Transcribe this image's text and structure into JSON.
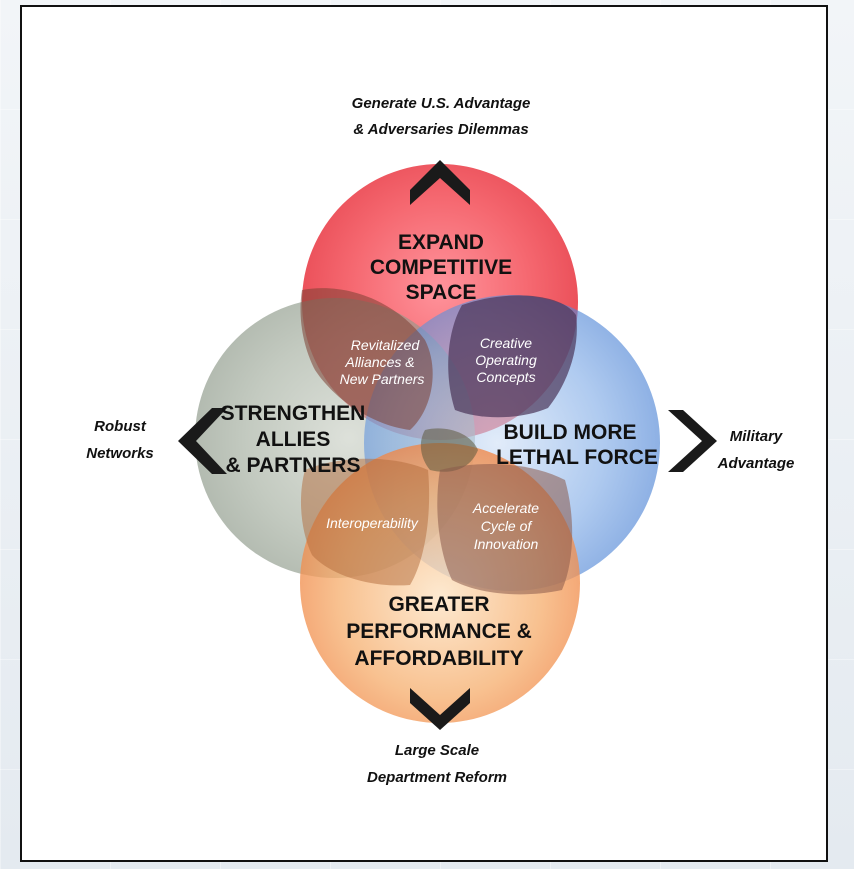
{
  "circles": {
    "top": {
      "lines": [
        "EXPAND",
        "COMPETITIVE",
        "SPACE"
      ],
      "color": "#ee3e48"
    },
    "left": {
      "lines": [
        "STRENGTHEN",
        "ALLIES",
        "& PARTNERS"
      ],
      "color": "#8f9c8b"
    },
    "right": {
      "lines": [
        "BUILD MORE",
        "LETHAL FORCE"
      ],
      "color": "#4f87d4"
    },
    "bottom": {
      "lines": [
        "GREATER",
        "PERFORMANCE &",
        "AFFORDABILITY"
      ],
      "color": "#f08a45"
    }
  },
  "overlaps": {
    "top_left": [
      "Revitalized",
      "Alliances &",
      "New Partners"
    ],
    "top_right": [
      "Creative",
      "Operating",
      "Concepts"
    ],
    "bottom_left": [
      "Interoperability"
    ],
    "bottom_right": [
      "Accelerate",
      "Cycle of",
      "Innovation"
    ]
  },
  "outcomes": {
    "top": [
      "Generate U.S. Advantage",
      "& Adversaries Dilemmas"
    ],
    "left": [
      "Robust",
      "Networks"
    ],
    "right": [
      "Military",
      "Advantage"
    ],
    "bottom": [
      "Large Scale",
      "Department Reform"
    ]
  }
}
